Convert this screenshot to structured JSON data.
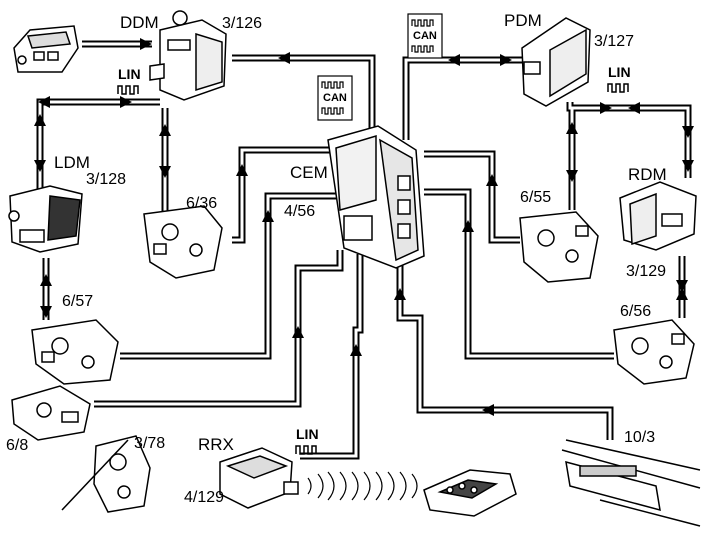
{
  "modules": {
    "ddm": {
      "name": "DDM",
      "code": "3/126"
    },
    "pdm": {
      "name": "PDM",
      "code": "3/127"
    },
    "ldm": {
      "name": "LDM",
      "code": "3/128"
    },
    "rdm": {
      "name": "RDM",
      "code": "3/129"
    },
    "cem": {
      "name": "CEM"
    },
    "rrx": {
      "name": "RRX",
      "code": "4/129"
    }
  },
  "locks": {
    "lock_636": "6/36",
    "lock_456": "4/56",
    "lock_655": "6/55",
    "lock_657": "6/57",
    "lock_656": "6/56",
    "lock_68": "6/8",
    "lock_378": "3/78",
    "handle_103": "10/3"
  },
  "bus": {
    "lin": "LIN",
    "can": "CAN"
  }
}
